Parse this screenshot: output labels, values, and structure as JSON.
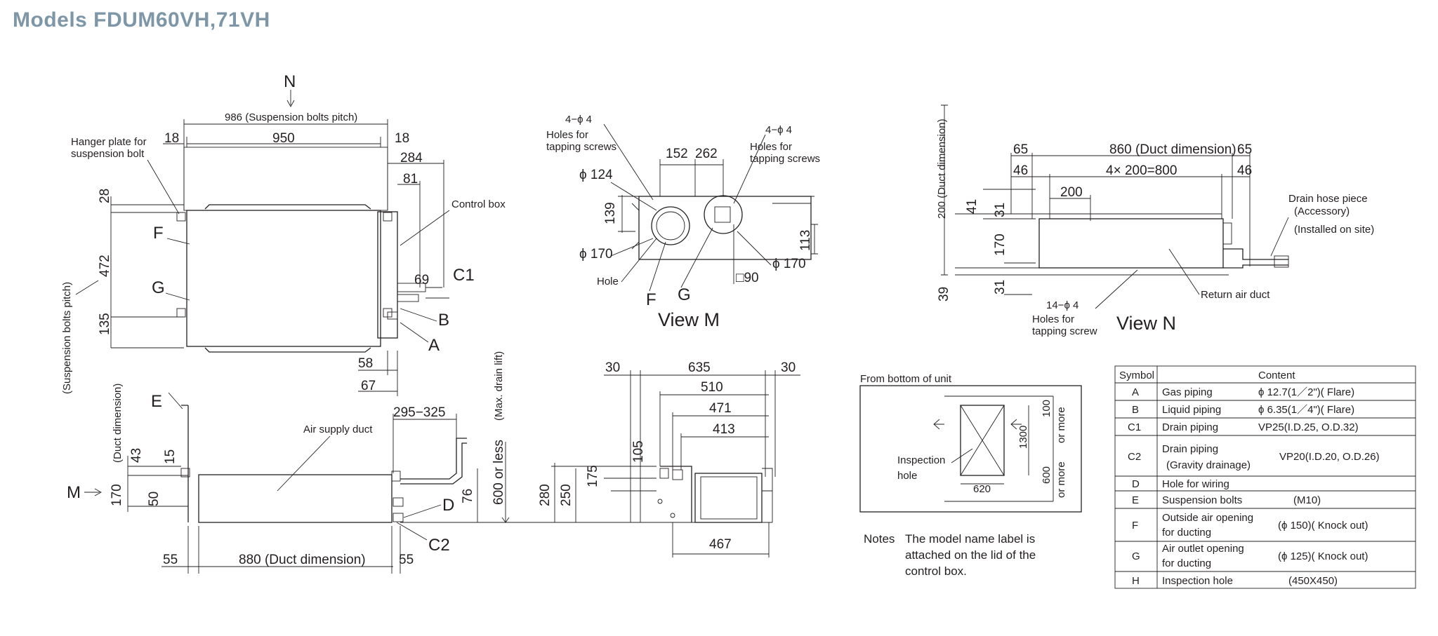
{
  "title": "Models  FDUM60VH,71VH",
  "top_view": {
    "arrow_label": "N",
    "dims": {
      "pitch": "986 (Suspension bolts pitch)",
      "w950": "950",
      "d18a": "18",
      "d18b": "18",
      "d284": "284",
      "d81": "81",
      "d28": "28",
      "d472": "472",
      "d135": "135",
      "d69": "69",
      "d58": "58",
      "d67": "67"
    },
    "labels": {
      "hanger": "Hanger plate for",
      "hanger2": "suspension bolt",
      "control_box": "Control box",
      "side_pitch": "(Suspension bolts pitch)",
      "F": "F",
      "G": "G",
      "C1": "C1",
      "B": "B",
      "A": "A"
    }
  },
  "front_view": {
    "arrow_label": "M",
    "dims": {
      "d295": "295−325",
      "d43": "43",
      "d15": "15",
      "d170": "170",
      "d50": "50",
      "d76": "76",
      "d600": "600 or less",
      "d55a": "55",
      "d880": "880 (Duct dimension)",
      "d55b": "55"
    },
    "labels": {
      "E": "E",
      "duct_dim": "(Duct dimension)",
      "air_supply": "Air supply duct",
      "max_drain": "(Max. drain lift)",
      "D": "D",
      "C2": "C2"
    }
  },
  "view_m": {
    "title": "View M",
    "dims": {
      "d152": "152",
      "d262": "262",
      "phi124": "ϕ 124",
      "d139": "139",
      "phi170a": "ϕ 170",
      "d113": "113",
      "phi170b": "ϕ 170",
      "sq90": "□90"
    },
    "labels": {
      "holes_l1": "4−ϕ 4",
      "holes_l2": "Holes for",
      "holes_l3": "tapping screws",
      "holes_r1": "4−ϕ 4",
      "holes_r2": "Holes for",
      "holes_r3": "tapping screws",
      "hole": "Hole",
      "F": "F",
      "G": "G"
    }
  },
  "side_view": {
    "dims": {
      "d30a": "30",
      "d635": "635",
      "d30b": "30",
      "d510": "510",
      "d471": "471",
      "d413": "413",
      "d105": "105",
      "d175": "175",
      "d280": "280",
      "d250": "250",
      "d467": "467"
    }
  },
  "view_n": {
    "title": "View N",
    "dims": {
      "d65a": "65",
      "d860": "860 (Duct dimension)",
      "d65b": "65",
      "d46a": "46",
      "d4x200": "4× 200=800",
      "d46b": "46",
      "d200": "200",
      "d41": "41",
      "d31a": "31",
      "d170": "170",
      "d31b": "31",
      "d39": "39",
      "d200dd": "200 (Duct dimension)"
    },
    "labels": {
      "drain1": "Drain hose piece",
      "drain2": "(Accessory)",
      "drain3": "(Installed on site)",
      "holes1": "14−ϕ 4",
      "holes2": "Holes for",
      "holes3": "tapping screw",
      "return_duct": "Return air duct"
    }
  },
  "bottom_view": {
    "caption": "From bottom of unit",
    "inspection1": "Inspection",
    "inspection2": "hole",
    "d620": "620",
    "d1300": "1300",
    "d100": "100",
    "d100b": "or more",
    "d600": "600",
    "d600b": "or more"
  },
  "notes": {
    "label": "Notes",
    "text": "The model name label is attached on the lid of the control box."
  },
  "table": {
    "headers": [
      "Symbol",
      "Content"
    ],
    "rows": [
      {
        "symbol": "A",
        "name": "Gas piping",
        "name2": "",
        "value": "ϕ 12.7(1／2\")( Flare)"
      },
      {
        "symbol": "B",
        "name": "Liquid piping",
        "name2": "",
        "value": "ϕ 6.35(1／4\")( Flare)"
      },
      {
        "symbol": "C1",
        "name": "Drain piping",
        "name2": "",
        "value": "VP25(I.D.25, O.D.32)"
      },
      {
        "symbol": "C2",
        "name": "Drain piping",
        "name2": "(Gravity drainage)",
        "value": "VP20(I.D.20, O.D.26)"
      },
      {
        "symbol": "D",
        "name": "Hole for wiring",
        "name2": "",
        "value": ""
      },
      {
        "symbol": "E",
        "name": "Suspension bolts",
        "name2": "",
        "value": "(M10)"
      },
      {
        "symbol": "F",
        "name": "Outside air opening",
        "name2": "for ducting",
        "value": "(ϕ 150)( Knock out)"
      },
      {
        "symbol": "G",
        "name": "Air outlet opening",
        "name2": "for ducting",
        "value": "(ϕ 125)( Knock out)"
      },
      {
        "symbol": "H",
        "name": "Inspection hole",
        "name2": "",
        "value": "(450X450)"
      }
    ]
  }
}
